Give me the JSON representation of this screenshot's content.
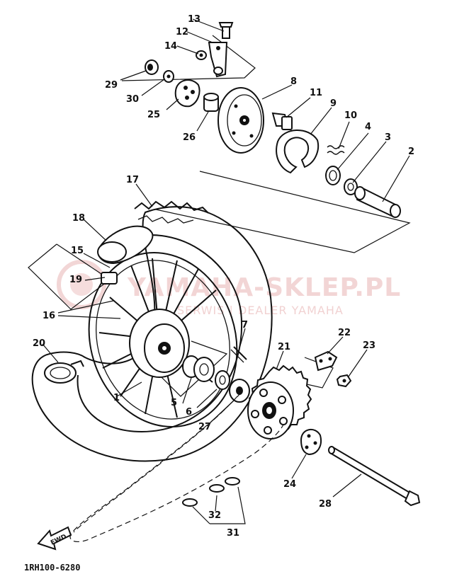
{
  "diagram": {
    "drawing_code": "1RH100-6280",
    "fwd_label": "FWD",
    "watermark": {
      "main_text": "YAMAHA-SKLEP.PL",
      "sub_text": "SERWIS | DEALER YAMAHA"
    },
    "callouts": [
      {
        "number": "1",
        "part": "hub"
      },
      {
        "number": "2",
        "part": "axle-collar"
      },
      {
        "number": "3",
        "part": "oil-seal"
      },
      {
        "number": "4",
        "part": "bearing"
      },
      {
        "number": "5",
        "part": "bearing"
      },
      {
        "number": "6",
        "part": "oil-seal"
      },
      {
        "number": "7",
        "part": "stud-bolt"
      },
      {
        "number": "8",
        "part": "brake-shoe-plate"
      },
      {
        "number": "9",
        "part": "brake-shoe"
      },
      {
        "number": "10",
        "part": "spring"
      },
      {
        "number": "11",
        "part": "camshaft"
      },
      {
        "number": "12",
        "part": "camshaft-lever"
      },
      {
        "number": "13",
        "part": "bolt"
      },
      {
        "number": "14",
        "part": "nut"
      },
      {
        "number": "15",
        "part": "rim-band"
      },
      {
        "number": "16",
        "part": "spoke-set"
      },
      {
        "number": "17",
        "part": "tire"
      },
      {
        "number": "18",
        "part": "tube"
      },
      {
        "number": "19",
        "part": "rim-lock"
      },
      {
        "number": "20",
        "part": "valve-cap"
      },
      {
        "number": "21",
        "part": "sprocket"
      },
      {
        "number": "22",
        "part": "lock-washer"
      },
      {
        "number": "23",
        "part": "nut"
      },
      {
        "number": "24",
        "part": "chain-puller"
      },
      {
        "number": "25",
        "part": "chain-puller"
      },
      {
        "number": "26",
        "part": "collar"
      },
      {
        "number": "27",
        "part": "sprocket-holder"
      },
      {
        "number": "28",
        "part": "wheel-axle"
      },
      {
        "number": "29",
        "part": "axle-nut"
      },
      {
        "number": "30",
        "part": "washer"
      },
      {
        "number": "31",
        "part": "drive-chain"
      },
      {
        "number": "32",
        "part": "chain-joint"
      }
    ],
    "colors": {
      "ink": "#111111",
      "paper": "#ffffff",
      "watermark": "#e8b4b4"
    }
  }
}
